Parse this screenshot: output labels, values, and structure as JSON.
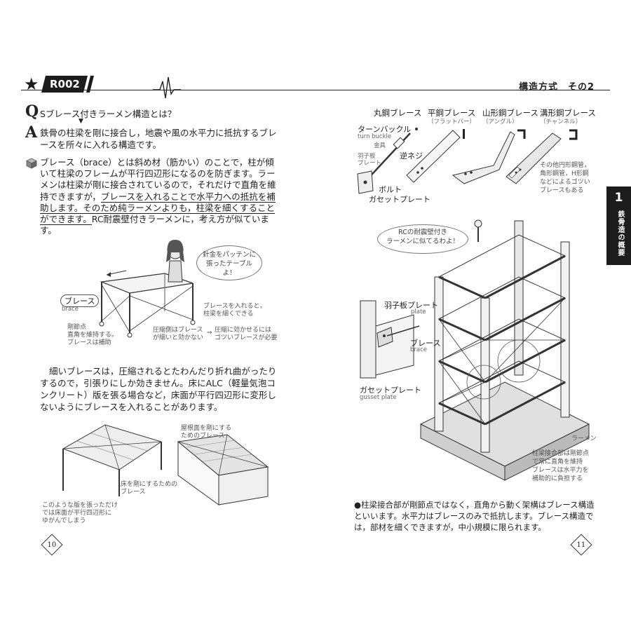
{
  "header": {
    "code": "R002",
    "section_title": "構造方式　その2"
  },
  "qa": {
    "q_letter": "Q",
    "question": "Sブレース付きラーメン構造とは？",
    "arrow": "▼",
    "a_letter": "A",
    "answer": "鉄骨の柱梁を剛に接合し，地震や風の水平力に抵抗するブレースを所々に入れる構造です。"
  },
  "explanation": {
    "p1": "ブレース（brace）とは斜め材（筋かい）のことで，柱が傾いて柱梁のフレームが平行四辺形になるのを防ぎます。ラーメンは柱梁が剛に接合されているので，それだけで直角を維持できますが，",
    "p1_u1": "ブレースを入れることで水平力への抵抗を補助します。",
    "p1_u2": "そのため純ラーメンよりも，柱梁を細くすることができます。",
    "p1_tail": "RC耐震壁付きラーメンに，考え方が似ています。"
  },
  "table_figure": {
    "speech": "針金をパッテンに張ったテーブルよ！",
    "brace_label": "ブレース",
    "brace_en": "brace",
    "rigid_note": "剛節点\n直角を維持する。\nブレースは補助",
    "compression_note": "圧縮側はブレース\nが細いと効かない",
    "arrow": "⇒",
    "compression_result": "圧縮に効かせるには\nゴツいブレースが必要",
    "right_note": "ブレースを入れると，\n柱梁を細くできる"
  },
  "paragraph2": "細いブレースは，圧縮されるとたわんだり折れ曲がったりするので，引張りにしか効きません。床にALC（軽量気泡コンクリート）版を張る場合など，床面が平行四辺形に変形しないようにブレースを入れることがあります。",
  "floor_figure": {
    "note_warp": "このような版を張っただけ\nでは床面が平行四辺形に\nゆがんでしまう",
    "note_floor_brace": "床を剛にするための\nブレース",
    "note_roof_brace": "屋根面を剛にする\nためのブレース"
  },
  "brace_types": {
    "items": [
      {
        "name": "丸鋼ブレース",
        "sub": ""
      },
      {
        "name": "平鋼ブレース",
        "sub": "（フラットバー）"
      },
      {
        "name": "山形鋼ブレース",
        "sub": "（アングル）"
      },
      {
        "name": "溝形鋼ブレース",
        "sub": "（チャンネル）"
      }
    ],
    "turnbuckle": "ターンバックル",
    "turnbuckle_en": "turn buckle",
    "hardware": "金具",
    "reverse_screw": "逆ネジ",
    "gusset_label_small": "羽子板\nプレート",
    "bolt": "ボルト",
    "gusset_plate": "ガセットプレート",
    "other_note": "その他円形鋼管，\n角形鋼管，H形鋼\nなどによるゴツい\nブレースもある"
  },
  "building_figure": {
    "speech": "RCの耐震壁付き\nラーメンに似てるわよ！",
    "hagoita": "羽子板プレート",
    "hagoita_en": "plate",
    "brace": "ブレース",
    "brace_en": "brace",
    "gusset": "ガセットプレート",
    "gusset_en": "gusset plate",
    "rahmen": "ラーメン",
    "joint_note": "柱梁接合部は剛節点\nで常に直角を維持\nブレースは水平力を\n補助的に負担する"
  },
  "bullet": {
    "mark": "●",
    "text": "柱梁接合部が剛節点ではなく，直角から動く架構はブレース構造といいます。水平力はブレースのみで抵抗します。ブレース構造では，部材を細くできますが，中小規模に限られます。"
  },
  "pages": {
    "left": "10",
    "right": "11"
  },
  "chapter": {
    "number": "1",
    "title": "鉄骨造の概要"
  }
}
